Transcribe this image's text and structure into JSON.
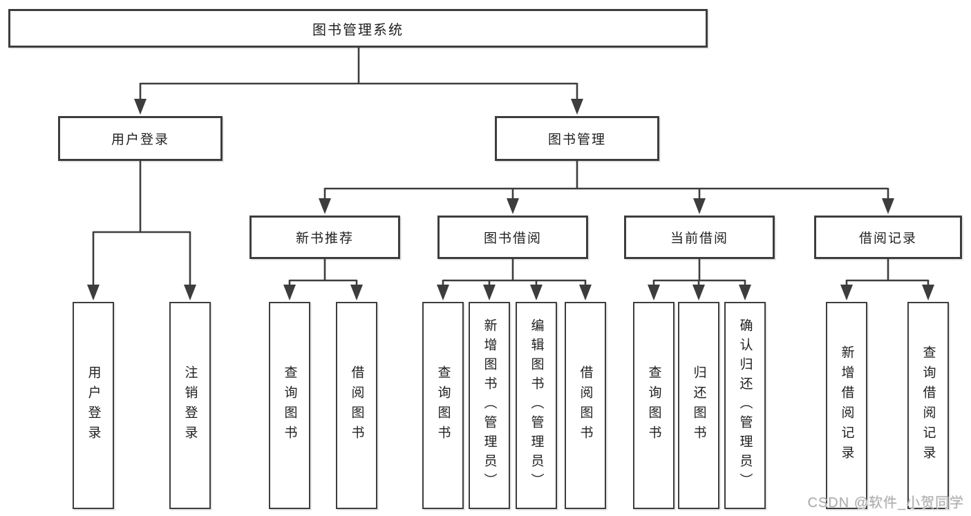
{
  "tree": {
    "root": {
      "label": "图书管理系统"
    },
    "branches": [
      {
        "label": "用户登录",
        "children": [
          {
            "label": "用户登录"
          },
          {
            "label": "注销登录"
          }
        ]
      },
      {
        "label": "图书管理",
        "children": [
          {
            "label": "新书推荐",
            "children": [
              {
                "label": "查询图书"
              },
              {
                "label": "借阅图书"
              }
            ]
          },
          {
            "label": "图书借阅",
            "children": [
              {
                "label": "查询图书"
              },
              {
                "label": "新增图书（管理员）"
              },
              {
                "label": "编辑图书（管理员）"
              },
              {
                "label": "借阅图书"
              }
            ]
          },
          {
            "label": "当前借阅",
            "children": [
              {
                "label": "查询图书"
              },
              {
                "label": "归还图书"
              },
              {
                "label": "确认归还（管理员）"
              }
            ]
          },
          {
            "label": "借阅记录",
            "children": [
              {
                "label": "新增借阅记录"
              },
              {
                "label": "查询借阅记录"
              }
            ]
          }
        ]
      }
    ]
  },
  "watermark": {
    "text": "CSDN @软件_小贺同学"
  },
  "colors": {
    "background": "#ffffff",
    "line": "#3d3d3d",
    "box_border": "#3d3d3d",
    "text": "#1f1f1f",
    "watermark": "#a9a9a9"
  }
}
